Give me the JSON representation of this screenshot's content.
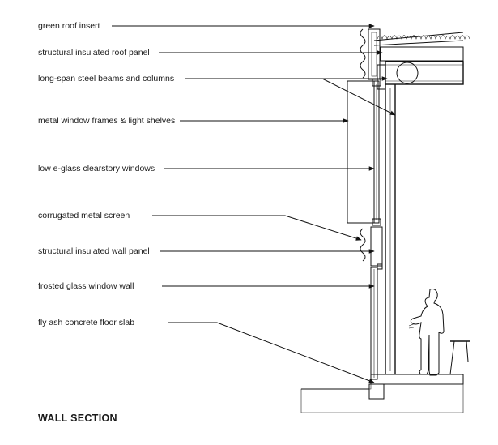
{
  "labels": [
    "green roof insert",
    "structural insulated roof panel",
    "long-span steel beams and columns",
    "metal window frames & light shelves",
    "low e-glass clearstory windows",
    "corrugated metal screen",
    "structural insulated wall panel",
    "frosted glass window wall",
    "fly ash concrete floor slab"
  ],
  "title": "WALL SECTION",
  "colors": {
    "ink": "#111111",
    "background": "#ffffff"
  }
}
